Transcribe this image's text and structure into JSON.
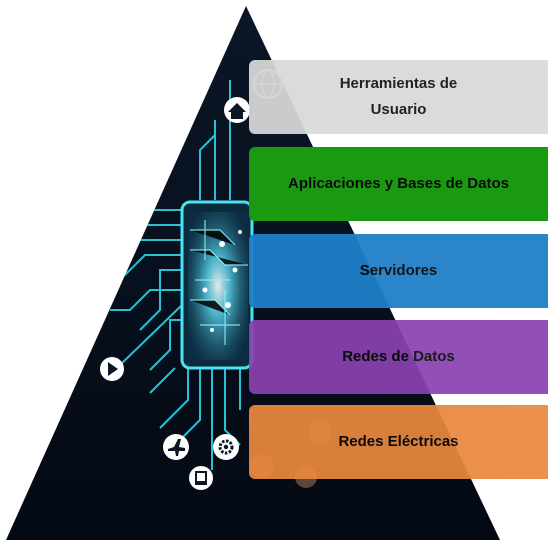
{
  "layers": [
    {
      "id": "tools",
      "label_line1": "Herramientas de",
      "label_line2": "Usuario",
      "color": "#d9d9d9"
    },
    {
      "id": "apps",
      "label": "Aplicaciones y Bases de Datos",
      "color": "#199a11"
    },
    {
      "id": "servers",
      "label": "Servidores",
      "color": "#1f7fc8"
    },
    {
      "id": "datanet",
      "label": "Redes de Datos",
      "color": "#8a42b0"
    },
    {
      "id": "elec",
      "label": "Redes Eléctricas",
      "color": "#e9883f"
    }
  ],
  "colors": {
    "pyramid_dark": "#07101e",
    "circuit": "#2fd6e6",
    "chip_glow": "#7ff3ff"
  },
  "icons": [
    "globe-icon",
    "home-icon",
    "play-icon",
    "airplane-icon",
    "gear-icon",
    "book-icon",
    "factory-icon"
  ]
}
